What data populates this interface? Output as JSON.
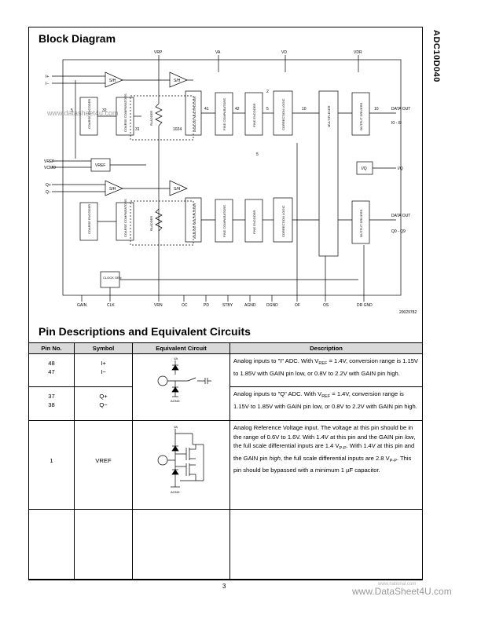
{
  "side_title": "ADC10D040",
  "section1_title": "Block Diagram",
  "section2_title": "Pin Descriptions and Equivalent Circuits",
  "figure_number": "20029782",
  "page_number": "3",
  "watermark_left": "www.datasheet4u.com",
  "watermark_bottom": "www.DataSheet4U.com",
  "watermark_site": "www.national.com",
  "diagram": {
    "top_pins": [
      "VRP",
      "VA",
      "VD",
      "VDR"
    ],
    "left_inputs": [
      "I+",
      "I−",
      "VREF",
      "VCMO",
      "Q+",
      "Q−"
    ],
    "bottom_pins": [
      "GAIN",
      "CLK",
      "VRN",
      "OC",
      "PD",
      "STBY",
      "AGND",
      "DGND",
      "OF",
      "OS",
      "DR GND"
    ],
    "blocks": {
      "sh": "S/H",
      "coarse_encoder": "COARSE ENCODER",
      "coarse_comparators": "COARSE COMPARATORS",
      "ladder": "RLADDER",
      "analog_mux": "ANALOG MULTIPLEXER",
      "fine_comparators": "FINE COMPARATORS",
      "fine_encoder": "FINE ENCODER",
      "correction_logic": "CORRECTION LOGIC",
      "multiplexer": "MULTIPLEXER",
      "output_drivers": "OUTPUT DRIVERS",
      "vref_block": "VREF",
      "iq_block": "I/Q",
      "clock_gen": "CLOCK GEN"
    },
    "bus_widths": [
      "5",
      "32",
      "31",
      "1024",
      "41",
      "42",
      "2",
      "5",
      "10",
      "10",
      "5"
    ],
    "outputs": {
      "data_out_i": "DATA OUT",
      "i_range": "I0 - I9",
      "iq_out": "I/Q",
      "data_out_q": "DATA OUT",
      "q_range": "Q0 - Q9"
    }
  },
  "table": {
    "headers": [
      "Pin No.",
      "Symbol",
      "Equivalent Circuit",
      "Description"
    ],
    "rows": [
      {
        "pins": [
          "48",
          "47"
        ],
        "symbols": [
          "I+",
          "I−"
        ],
        "desc_parts": [
          "Analog inputs to \"I\" ADC. With V",
          "REF",
          " = 1.4V, conversion range is 1.15V to 1.85V with GAIN pin low, or 0.8V to 2.2V with GAIN pin high."
        ]
      },
      {
        "pins": [
          "37",
          "38"
        ],
        "symbols": [
          "Q+",
          "Q−"
        ],
        "desc_parts": [
          "Analog inputs to \"Q\" ADC. With V",
          "REF",
          " = 1.4V, conversion range is 1.15V to 1.85V with GAIN pin low, or 0.8V to 2.2V with GAIN pin high."
        ]
      },
      {
        "pins": [
          "1"
        ],
        "symbols": [
          "VREF"
        ],
        "desc_parts": [
          "Analog Reference Voltage input. The voltage at this pin should be in the range of 0.6V to 1.6V. With 1.4V at this pin and the GAIN pin ",
          "low",
          ", the full scale differential inputs are 1.4 V",
          "P-P",
          ". With 1.4V at this pin and the GAIN pin ",
          "high",
          ", the full scale differential inputs are 2.8 V",
          "P-P",
          ". This pin should be bypassed with a minimum 1 µF capacitor."
        ]
      }
    ],
    "circuit_labels": {
      "va": "VA",
      "agnd": "AGND"
    }
  }
}
